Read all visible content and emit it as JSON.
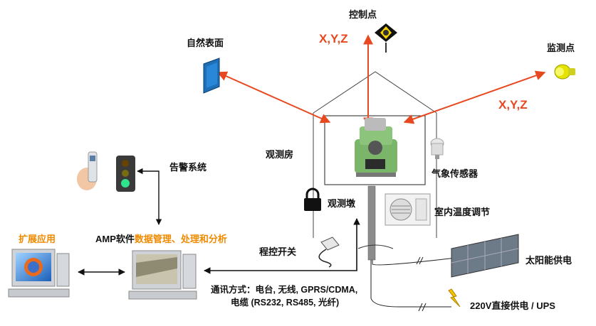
{
  "labels": {
    "control_point": "控制点",
    "natural_surface": "自然表面",
    "monitor_point": "监测点",
    "xyz_top": "X,Y,Z",
    "xyz_right": "X,Y,Z",
    "observation_house": "观测房",
    "weather_sensor": "气象传感器",
    "alarm_system": "告警系统",
    "observation_pier": "观测墩",
    "indoor_temp": "室内温度调节",
    "extension_app": "扩展应用",
    "amp_prefix": "AMP软件",
    "amp_highlight": "数据管理、处理和分析",
    "program_switch": "程控开关",
    "solar_power": "太阳能供电",
    "mains_power": "220V直接供电 / UPS",
    "comm_line1": "通讯方式：电台, 无线, GPRS/CDMA,",
    "comm_line2": "电缆 (RS232, RS485, 光纤)"
  },
  "colors": {
    "arrow": "#e8481f",
    "highlight": "#f08a00",
    "line": "#111111"
  }
}
